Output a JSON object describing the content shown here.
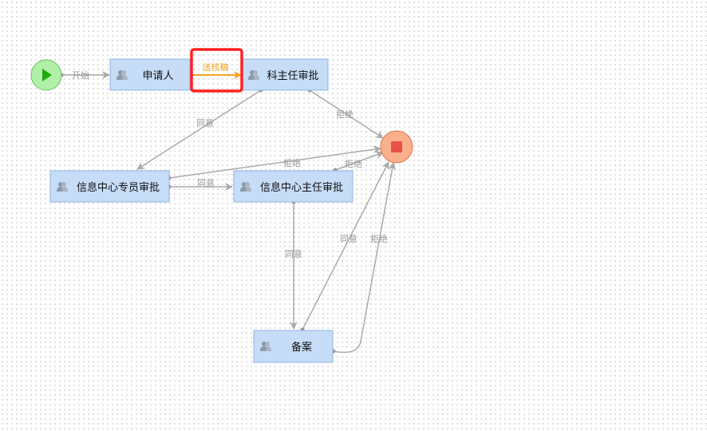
{
  "nodes": {
    "applicant": "申请人",
    "section_chief": "科主任审批",
    "info_specialist": "信息中心专员审批",
    "info_director": "信息中心主任审批",
    "filing": "备案"
  },
  "edges": {
    "start": "开始",
    "send_review": "送核稿",
    "chief_agree": "同意",
    "chief_reject": "拒绝",
    "specialist_reject": "拒绝",
    "specialist_agree": "同意",
    "director_reject": "拒绝",
    "director_agree": "同意",
    "filing_agree": "同意",
    "filing_reject": "拒绝"
  },
  "colors": {
    "node_fill": "#c6dcf7",
    "node_border": "#8fb4e3",
    "edge": "#aaaaaa",
    "selected_edge": "#f5a623",
    "highlight": "#ff2020",
    "start": "#b0f0a8",
    "end": "#fbb08c"
  }
}
